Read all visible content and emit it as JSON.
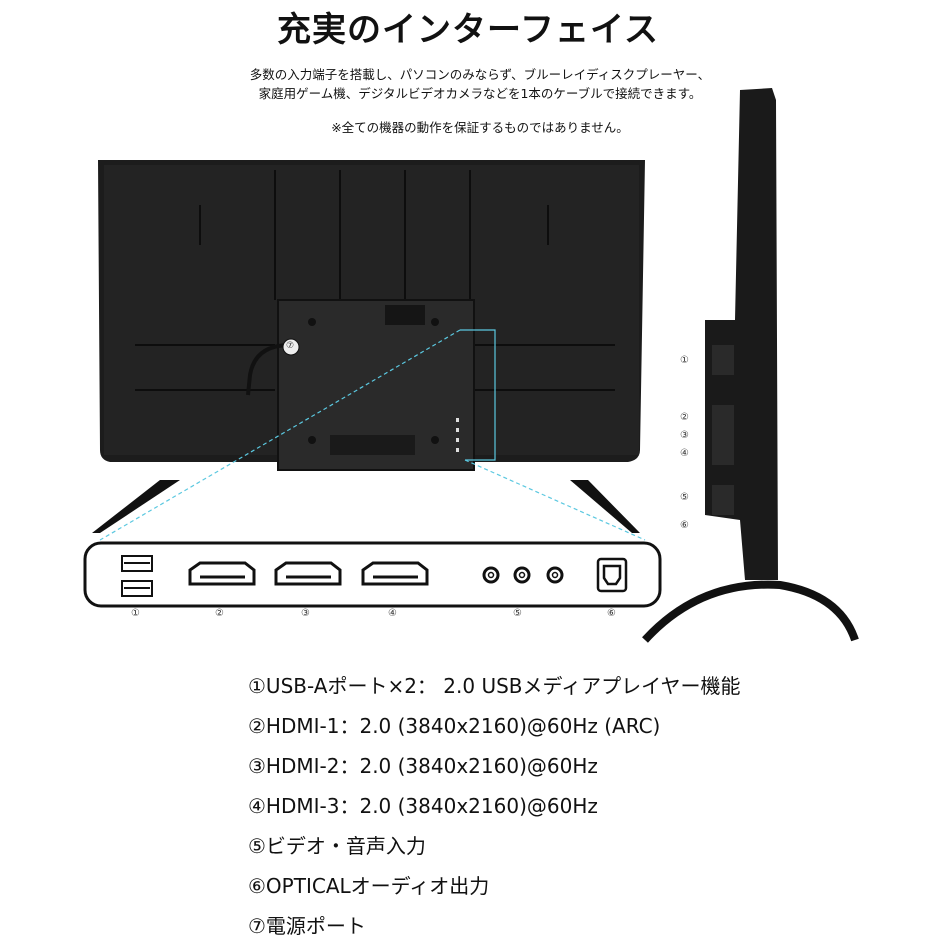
{
  "title": "充実のインターフェイス",
  "description": [
    "多数の入力端子を搭載し、パソコンのみならず、ブルーレイディスクプレーヤー、",
    "家庭用ゲーム機、デジタルビデオカメラなどを1本のケーブルで接続できます。"
  ],
  "note": "※全ての機器の動作を保証するものではありません。",
  "port_labels": [
    "①",
    "②",
    "③",
    "④",
    "⑤",
    "⑥"
  ],
  "power_label": "⑦",
  "side_labels": [
    "①",
    "②",
    "③",
    "④",
    "⑤",
    "⑥"
  ],
  "specs": [
    "①USB-Aポート×2： 2.0 USBメディアプレイヤー機能",
    "②HDMI-1：2.0 (3840x2160)@60Hz (ARC)",
    "③HDMI-2：2.0 (3840x2160)@60Hz",
    "④HDMI-3：2.0 (3840x2160)@60Hz",
    "⑤ビデオ・音声入力",
    "⑥OPTICALオーディオ出力",
    "⑦電源ポート"
  ],
  "colors": {
    "tv_body": "#1c1c1c",
    "guide_line": "#5bc8e0"
  }
}
